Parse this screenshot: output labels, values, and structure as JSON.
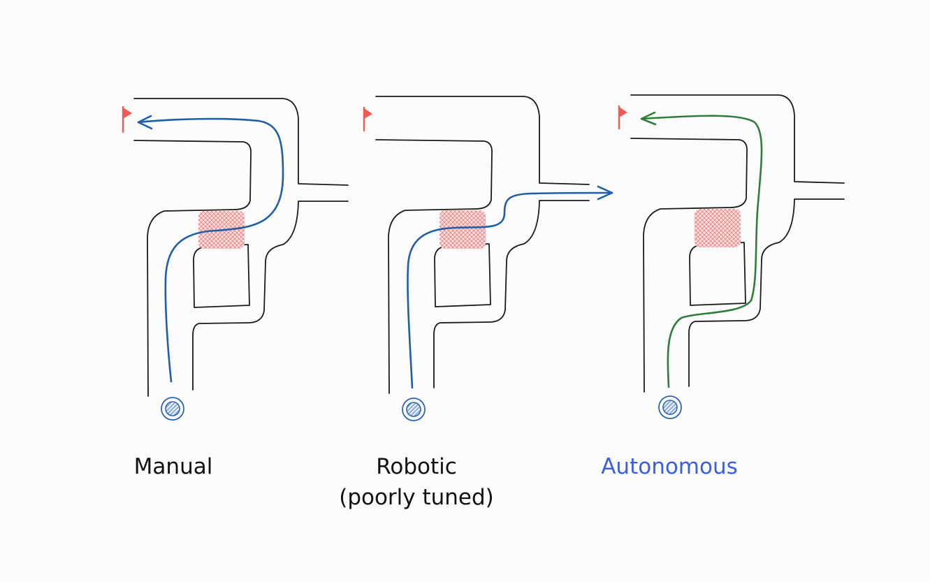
{
  "panels": [
    {
      "id": "manual",
      "caption_lines": [
        "Manual"
      ],
      "caption_color": "#111111",
      "path_color": "#1f5fa8",
      "outcome": "reaches-flag",
      "icons": [
        "start-marker-icon",
        "flag-icon",
        "hazard-zone"
      ]
    },
    {
      "id": "robotic",
      "caption_lines": [
        "Robotic",
        "(poorly tuned)"
      ],
      "caption_color": "#111111",
      "path_color": "#1f5fa8",
      "outcome": "exits-side-corridor",
      "icons": [
        "start-marker-icon",
        "flag-icon",
        "hazard-zone"
      ]
    },
    {
      "id": "autonomous",
      "caption_lines": [
        "Autonomous"
      ],
      "caption_color": "#3a5fe0",
      "path_color": "#2e7d3a",
      "outcome": "reaches-flag",
      "icons": [
        "start-marker-icon",
        "flag-icon",
        "hazard-zone"
      ]
    }
  ],
  "colors": {
    "wall": "#1a1a1a",
    "flag": "#ef5a52",
    "hazard": "#ef6a6a",
    "start_marker": "#2c66b5"
  }
}
